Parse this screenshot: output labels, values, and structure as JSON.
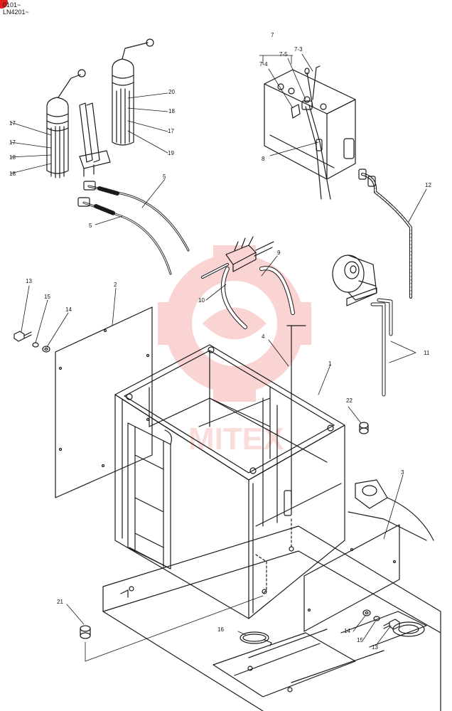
{
  "header": {
    "serial_1": "0101~",
    "serial_2": "LN4201~"
  },
  "watermark": {
    "text": "MITEX",
    "color": "#e8413a"
  },
  "badge_color": "#e02020",
  "callouts": {
    "c1": "1",
    "c2": "2",
    "c3": "3",
    "c4": "4",
    "c5a": "5",
    "c5b": "5",
    "c7": "7",
    "c7_3": "7-3",
    "c7_4": "7-4",
    "c7_5": "7-5",
    "c8": "8",
    "c9": "9",
    "c10": "10",
    "c11": "11",
    "c12": "12",
    "c13a": "13",
    "c13b": "13",
    "c14a": "14",
    "c14b": "14",
    "c15a": "15",
    "c15b": "15",
    "c16": "16",
    "c17a": "17",
    "c17b": "17",
    "c17c": "17",
    "c18a": "18",
    "c18b": "18",
    "c18c": "18",
    "c19": "19",
    "c20": "20",
    "c21": "21",
    "c22": "22"
  }
}
